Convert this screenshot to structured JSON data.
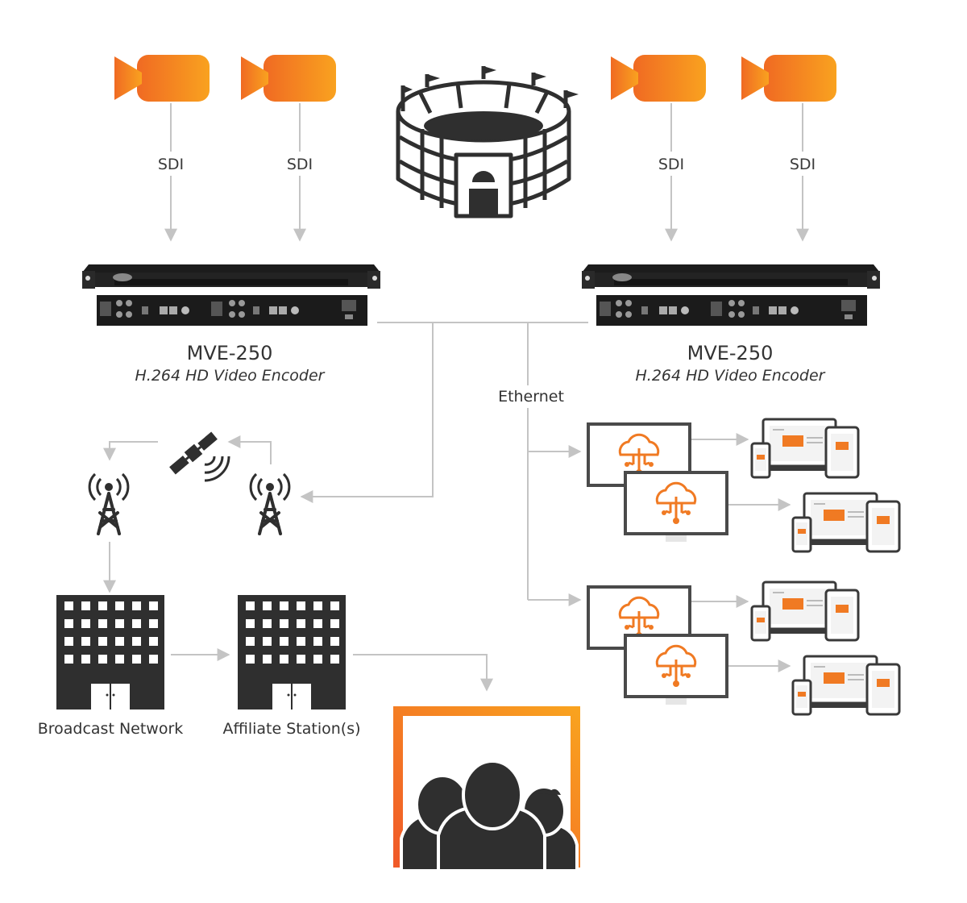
{
  "links": {
    "sdi_label": "SDI",
    "ethernet_label": "Ethernet"
  },
  "encoders": [
    {
      "model": "MVE-250",
      "description": "H.264 HD Video Encoder"
    },
    {
      "model": "MVE-250",
      "description": "H.264 HD Video Encoder"
    }
  ],
  "buildings": {
    "broadcast": "Broadcast Network",
    "affiliate": "Affiliate Station(s)"
  },
  "colors": {
    "accent_orange": "#f7921e",
    "accent_orange_dark": "#f06a23",
    "line_gray": "#c4c4c4",
    "icon_dark": "#2f2f2f"
  },
  "icons": [
    "camera-icon",
    "stadium-icon",
    "encoder-device",
    "satellite-icon",
    "broadcast-tower-icon",
    "building-icon",
    "cloud-monitor-icon",
    "multi-device-icon",
    "audience-screen-icon"
  ]
}
